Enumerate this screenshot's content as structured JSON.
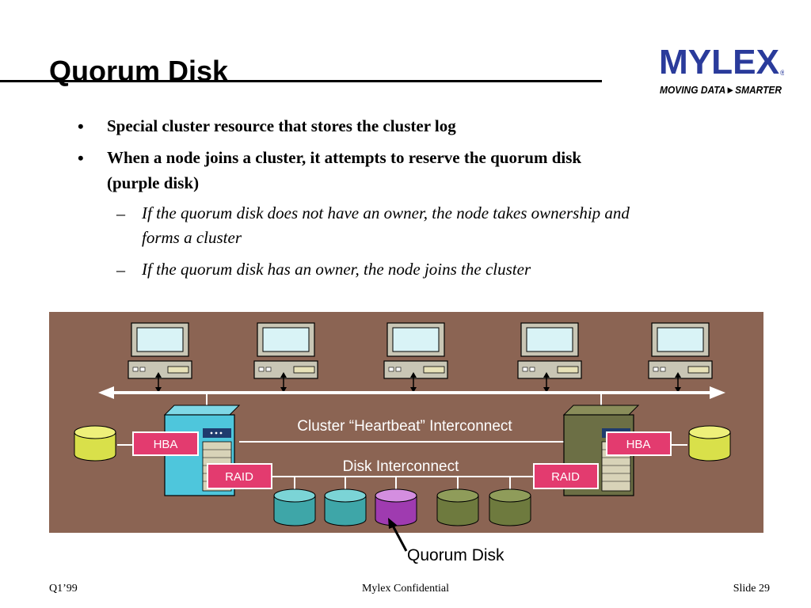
{
  "slide": {
    "title": "Quorum Disk",
    "logo": {
      "brand": "MYLEX",
      "registered": "®",
      "tagline": "MOVING DATA►SMARTER"
    },
    "bullets": [
      {
        "marker": "•",
        "text_lines": [
          "Special cluster resource that stores the cluster log"
        ]
      },
      {
        "marker": "•",
        "text_lines": [
          "When a node joins a cluster, it attempts to reserve the quorum disk",
          "(purple disk)"
        ]
      }
    ],
    "sub_bullets": [
      {
        "marker": "–",
        "text_lines": [
          "If the quorum disk does not have an owner, the node takes ownership and",
          "forms a cluster"
        ]
      },
      {
        "marker": "–",
        "text_lines": [
          "If the quorum disk has an owner, the node joins the cluster"
        ]
      }
    ]
  },
  "diagram": {
    "heartbeat_label": "Cluster “Heartbeat” Interconnect",
    "disk_interconnect_label": "Disk Interconnect",
    "hba_label": "HBA",
    "raid_label": "RAID",
    "quorum_label": "Quorum Disk",
    "colors": {
      "background": "#8b6453",
      "server_left": "#4ec6dc",
      "server_right": "#6c6f45",
      "badge": "#e33b6f",
      "disk_yellow": "#d9e04a",
      "disk_teal": "#3ea6a8",
      "disk_purple": "#9f3bb0",
      "disk_olive": "#6e7a3e"
    }
  },
  "footer": {
    "left": "Q1’99",
    "center": "Mylex Confidential",
    "right": "Slide 29"
  }
}
